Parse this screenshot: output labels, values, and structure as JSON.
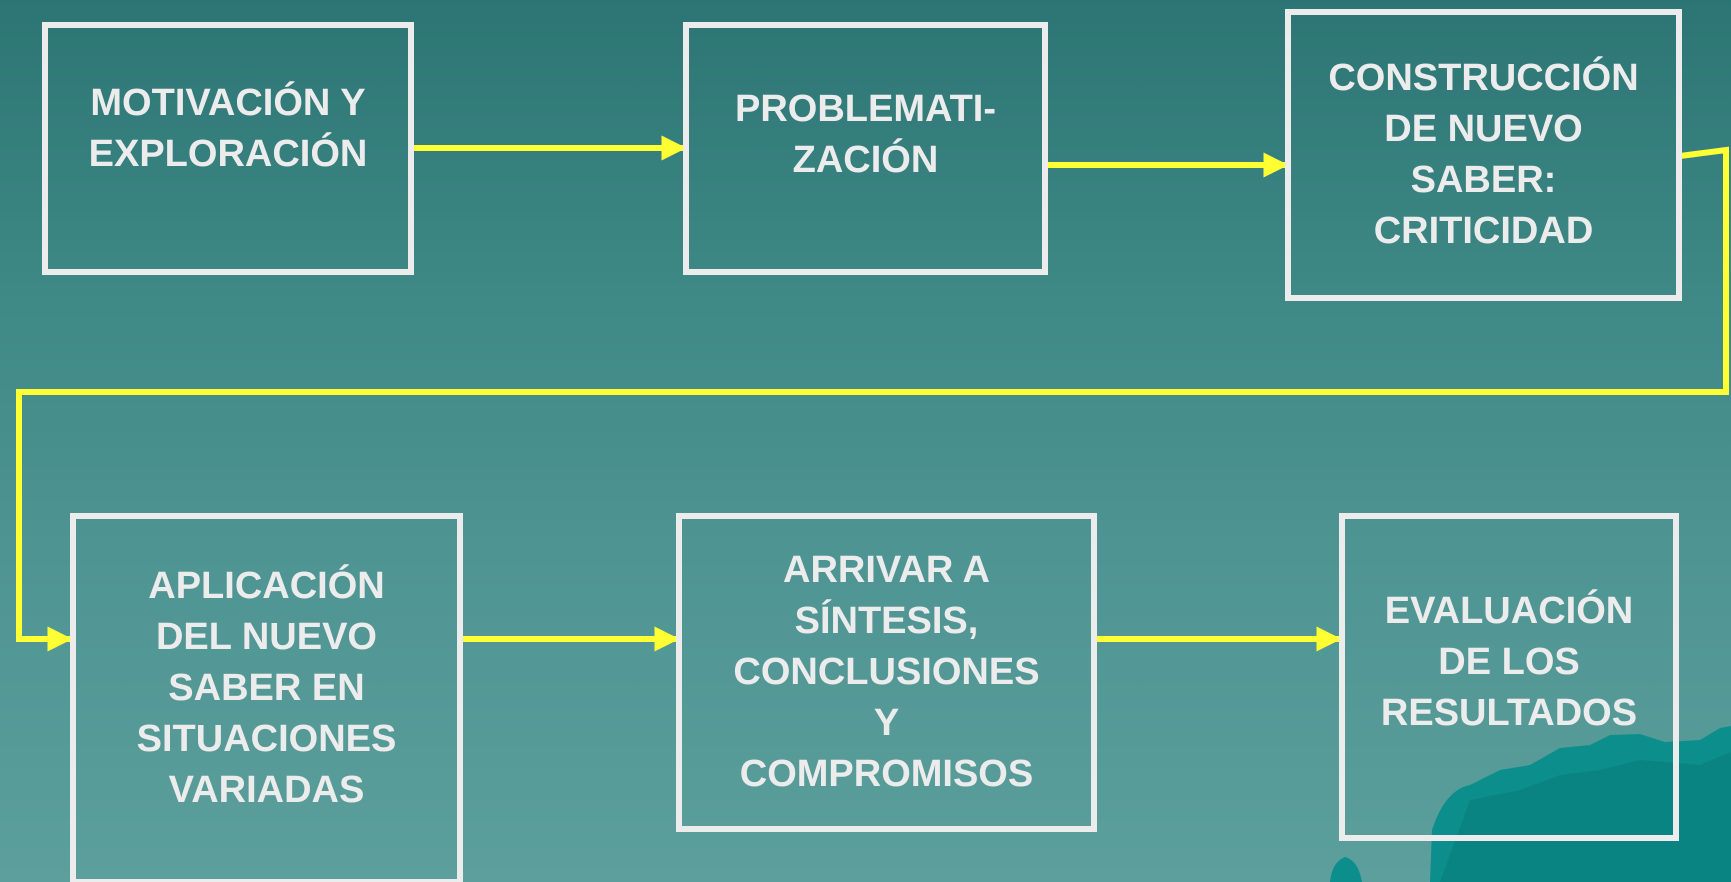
{
  "colors": {
    "background_top": "#2c7574",
    "background_bottom": "#5c9f9c",
    "box_border": "#ececec",
    "box_text": "#ececec",
    "arrow": "#ffff33",
    "decoration": "#0b8e8c"
  },
  "steps": [
    {
      "id": "motivacion",
      "text": "MOTIVACIÓN Y\nEXPLORACIÓN"
    },
    {
      "id": "problematizacion",
      "text": "PROBLEMATI-\nZACIÓN"
    },
    {
      "id": "construccion",
      "text": "CONSTRUCCIÓN\nDE NUEVO\nSABER:\nCRITICIDAD"
    },
    {
      "id": "aplicacion",
      "text": "APLICACIÓN\nDEL NUEVO\nSABER EN\nSITUACIONES\nVARIADAS"
    },
    {
      "id": "sintesis",
      "text": "ARRIVAR A\nSÍNTESIS,\nCONCLUSIONES\nY\nCOMPROMISOS"
    },
    {
      "id": "evaluacion",
      "text": "EVALUACIÓN\nDE  LOS\nRESULTADOS"
    }
  ],
  "flow": [
    [
      "motivacion",
      "problematizacion"
    ],
    [
      "problematizacion",
      "construccion"
    ],
    [
      "construccion",
      "aplicacion"
    ],
    [
      "aplicacion",
      "sintesis"
    ],
    [
      "sintesis",
      "evaluacion"
    ]
  ]
}
